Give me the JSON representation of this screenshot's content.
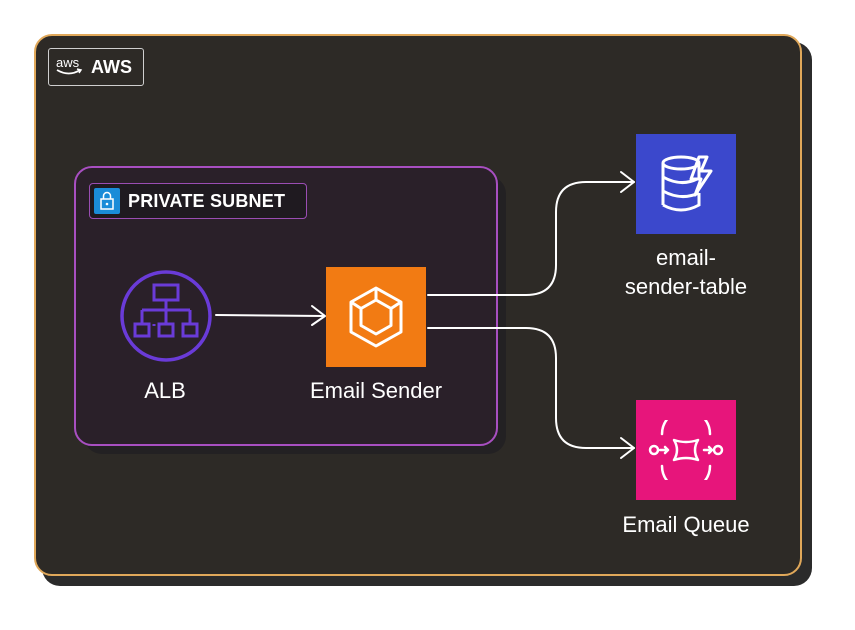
{
  "aws_group": {
    "label": "AWS",
    "logo_text": "aws"
  },
  "subnet": {
    "label": "PRIVATE SUBNET"
  },
  "nodes": {
    "alb": {
      "label": "ALB"
    },
    "email_sender": {
      "label": "Email Sender"
    },
    "email_table": {
      "label_line1": "email-",
      "label_line2": "sender-table"
    },
    "email_queue": {
      "label": "Email Queue"
    }
  },
  "colors": {
    "aws_border": "#e0a85a",
    "subnet_border": "#a84fc1",
    "alb_icon": "#6a3bd8",
    "ecs_orange": "#f27b13",
    "dynamodb_blue": "#3b48cc",
    "sqs_pink": "#e7157b",
    "arrow": "#ffffff"
  },
  "icons": {
    "alb": "elastic-load-balancing-icon",
    "email_sender": "amazon-ecs-icon",
    "email_table": "amazon-dynamodb-icon",
    "email_queue": "amazon-sqs-icon"
  }
}
